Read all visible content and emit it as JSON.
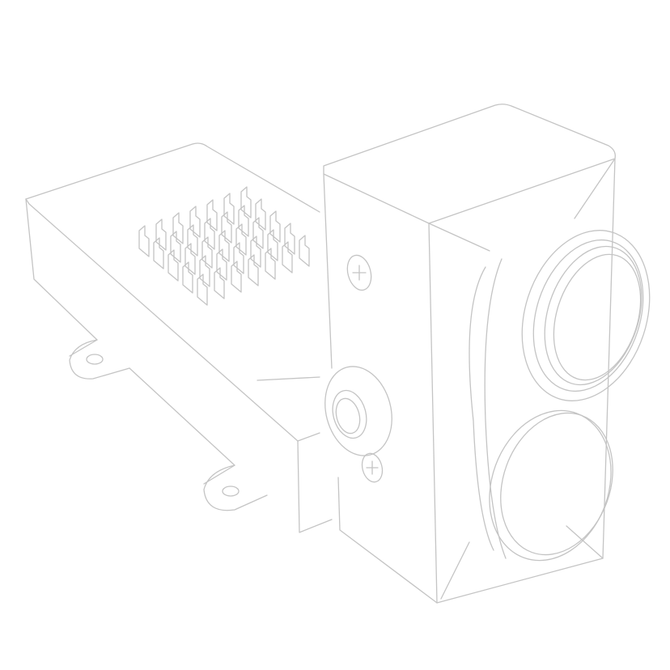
{
  "drawing": {
    "style": "line-art",
    "colors": {
      "background": "#ffffff",
      "stroke": "#c4c4c4"
    },
    "parts": [
      "electronics-housing",
      "heatsink",
      "mounting-tab-left",
      "mounting-tab-right",
      "camera-housing",
      "upper-lens",
      "lower-lens",
      "screw-upper",
      "screw-lower",
      "mounting-boss"
    ]
  }
}
